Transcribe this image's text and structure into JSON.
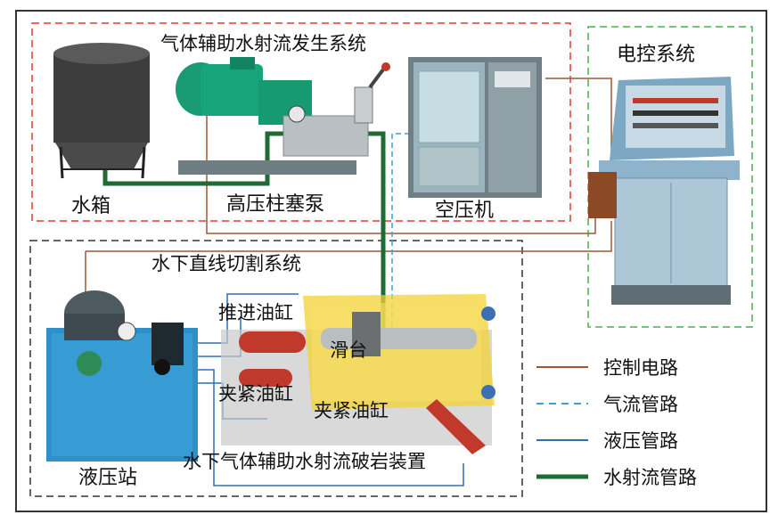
{
  "groups": {
    "top": "气体辅助水射流发生系统",
    "electrical": "电控系统",
    "underwater_linear": "水下直线切割系统",
    "device": "水下气体辅助水射流破岩装置"
  },
  "components": {
    "water_tank": "水箱",
    "pump": "高压柱塞泵",
    "compressor": "空压机",
    "hydraulic_station": "液压站",
    "push_cylinder": "推进油缸",
    "slide": "滑台",
    "clamp_cylinder_left": "夹紧油缸",
    "clamp_cylinder_right": "夹紧油缸"
  },
  "legend": [
    {
      "label": "控制电路",
      "color": "#9b5a35",
      "style": "solid"
    },
    {
      "label": "气流管路",
      "color": "#3aa0d8",
      "style": "dashed"
    },
    {
      "label": "液压管路",
      "color": "#2f6fb5",
      "style": "solid"
    },
    {
      "label": "水射流管路",
      "color": "#1f6b35",
      "style": "thick"
    }
  ],
  "colors": {
    "top_border": "#e23b2e",
    "electric_border": "#4caf50",
    "lower_border": "#333333",
    "control": "#9b5a35",
    "air": "#3aa0d8",
    "hydraulic": "#2f6fb5",
    "waterjet": "#1f6b35"
  }
}
